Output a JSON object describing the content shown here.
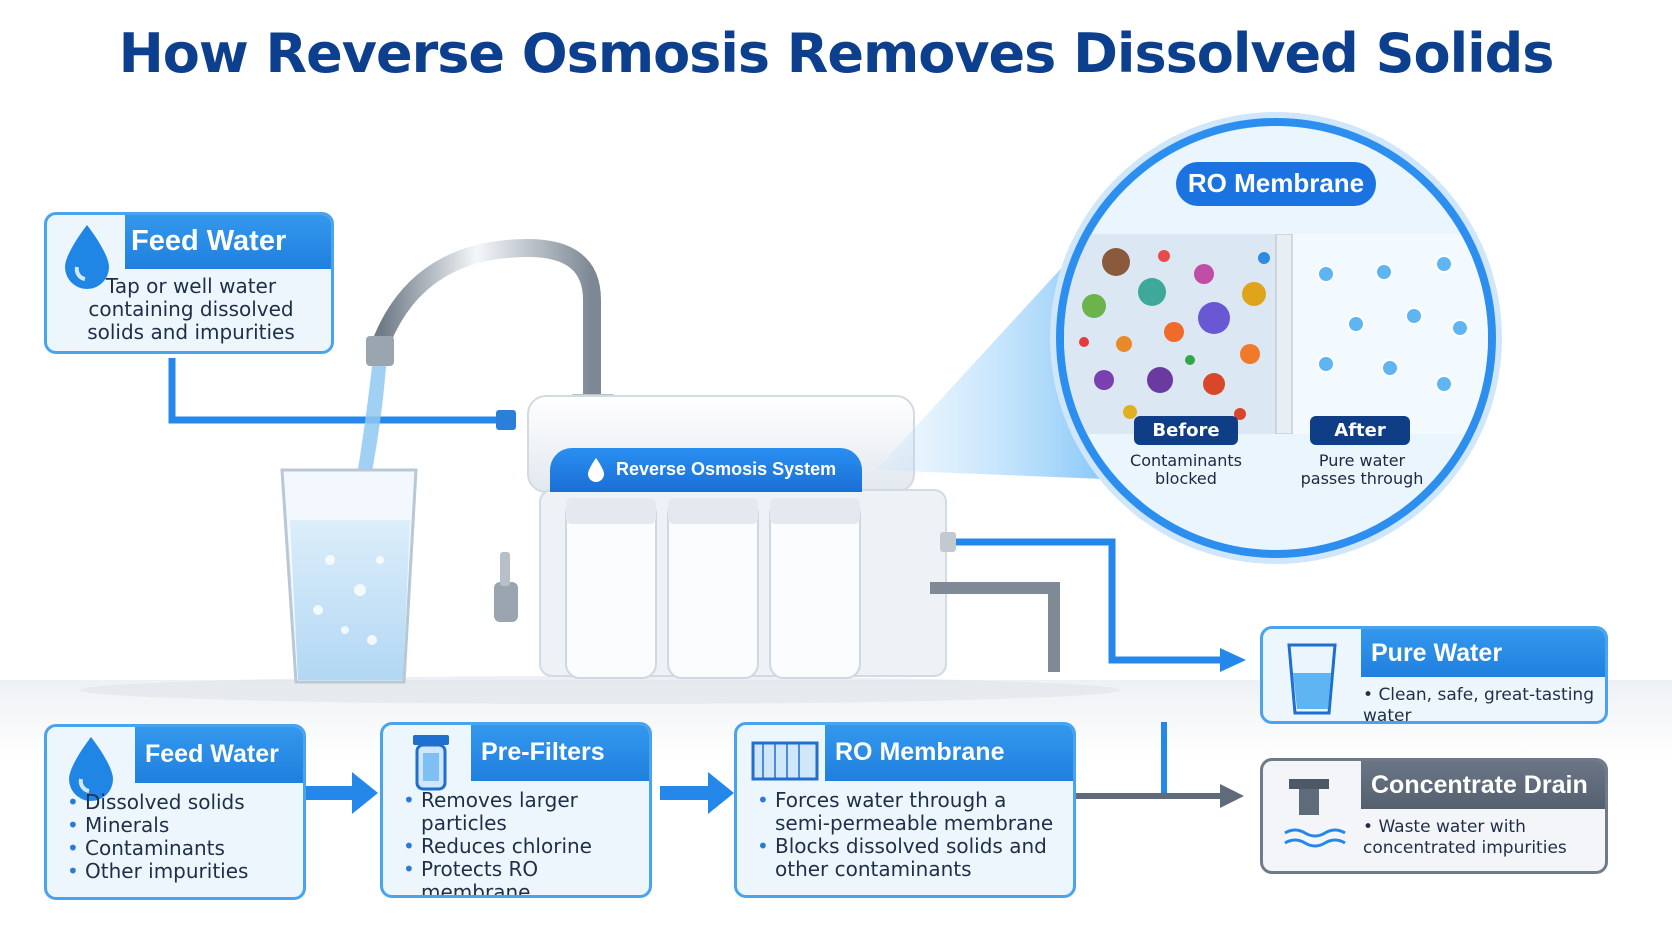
{
  "title": "How Reverse Osmosis Removes Dissolved Solids",
  "feed_top": {
    "heading": "Feed Water",
    "description": "Tap or well water containing dissolved solids and impurities",
    "icon": "water-drop-icon"
  },
  "system_label": "Reverse Osmosis System",
  "membrane_detail": {
    "heading": "RO Membrane",
    "before": {
      "label": "Before",
      "caption": "Contaminants blocked"
    },
    "after": {
      "label": "After",
      "caption": "Pure water passes through"
    }
  },
  "steps": [
    {
      "heading": "Feed Water",
      "icon": "water-drop-icon",
      "items": [
        "Dissolved solids",
        "Minerals",
        "Contaminants",
        "Other impurities"
      ]
    },
    {
      "heading": "Pre-Filters",
      "icon": "filter-cartridge-icon",
      "items": [
        "Removes larger particles",
        "Reduces chlorine",
        "Protects RO membrane"
      ]
    },
    {
      "heading": "RO Membrane",
      "icon": "membrane-icon",
      "items": [
        "Forces water through a semi-permeable membrane",
        "Blocks dissolved solids and other contaminants"
      ]
    }
  ],
  "outputs": [
    {
      "heading": "Pure Water",
      "icon": "water-glass-icon",
      "text": "Clean, safe, great-tasting water"
    },
    {
      "heading": "Concentrate Drain",
      "icon": "drain-icon",
      "text": "Waste water with concentrated impurities"
    }
  ],
  "colors": {
    "title": "#0d3f8f",
    "accent": "#2388ea",
    "drain": "#5f6b7a",
    "card_bg": "#eef6fd"
  }
}
